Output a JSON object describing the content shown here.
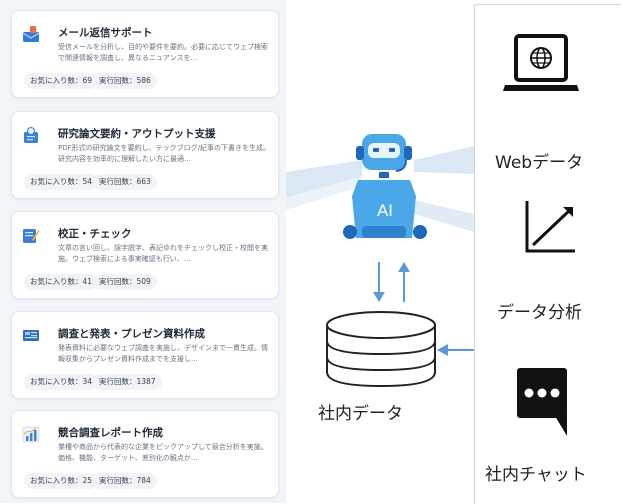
{
  "cards": [
    {
      "title": "メール返信サポート",
      "description": "受信メールを分析し、目的や要件を要約。必要に応じてウェブ検索で関連情報を調査し、異なるニュアンスを…",
      "favorites": "お気に入り数：69",
      "runs": "実行回数：586",
      "icon": "mail-icon"
    },
    {
      "title": "研究論文要約・アウトプット支援",
      "description": "PDF形式の研究論文を要約し、テックブログ/紀事の下書きを生成。研究内容を効率的に理解したい方に最適…",
      "favorites": "お気に入り数：54",
      "runs": "実行回数：663",
      "icon": "document-icon"
    },
    {
      "title": "校正・チェック",
      "description": "文章の言い回し、誤字脱字、表記ゆれをチェックし校正・校閲を実施。ウェブ検索による事実確認も行い、…",
      "favorites": "お気に入り数：41",
      "runs": "実行回数：509",
      "icon": "pencil-icon"
    },
    {
      "title": "調査と発表・プレゼン資料作成",
      "description": "発表資料に必要なウェブ調査を実施し、デザインまで一貫生成。情報収集からプレゼン資料作成までを支援し…",
      "favorites": "お気に入り数：34",
      "runs": "実行回数：1387",
      "icon": "presentation-icon"
    },
    {
      "title": "競合調査レポート作成",
      "description": "業種や商品から代表的な企業をピックアップして競合分析を実施。価格、機能、ターゲット、差別化の観点か…",
      "favorites": "お気に入り数：25",
      "runs": "実行回数：784",
      "icon": "chart-report-icon"
    }
  ],
  "robot": {
    "label": "AI",
    "icon": "robot-icon"
  },
  "internal_data": {
    "label": "社内データ",
    "icon": "database-icon"
  },
  "sources": [
    {
      "label": "Webデータ",
      "icon": "laptop-globe-icon"
    },
    {
      "label": "データ分析",
      "icon": "trend-chart-icon"
    },
    {
      "label": "社内チャット",
      "icon": "chat-bubble-icon"
    }
  ],
  "colors": {
    "robot_body": "#4aa8e8",
    "robot_accent": "#1f67b8",
    "arrow": "#5b9bd5",
    "beam": "#cfe0ef",
    "panel_bg": "#f1f4f8"
  }
}
